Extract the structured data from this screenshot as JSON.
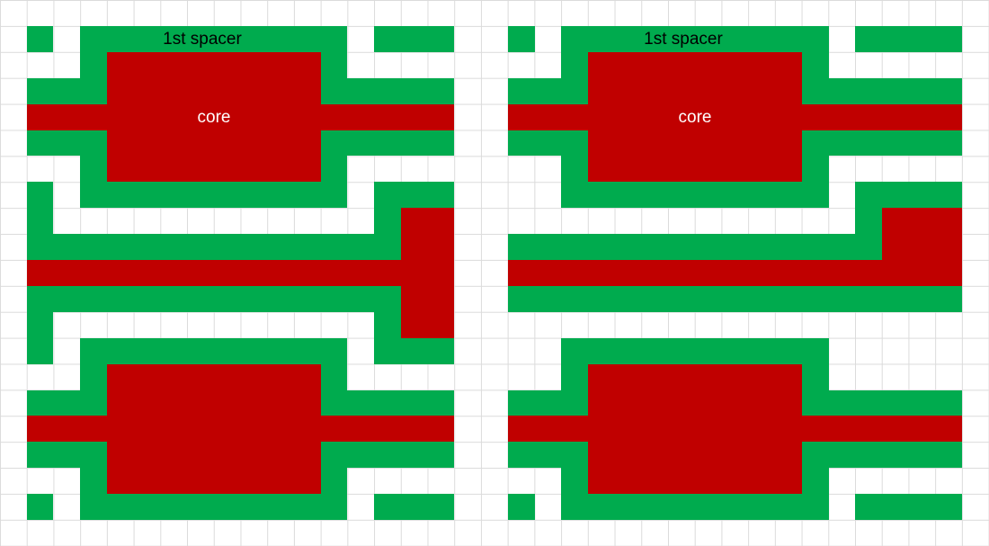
{
  "diagram": {
    "description": "Two-panel layered patterning diagram (core and 1st spacer) drawn on a spreadsheet-style grid",
    "labels": {
      "spacer_left": "1st spacer",
      "spacer_right": "1st spacer",
      "core_left": "core",
      "core_right": "core"
    },
    "colors": {
      "spacer_green": "#00AB4E",
      "core_red": "#C00000",
      "background": "#FFFFFF",
      "grid_line": "#DBDBDB",
      "spacer_text": "#000000",
      "core_text": "#FFFFFF"
    },
    "grid": {
      "columns": 37,
      "rows": 21,
      "cell_legend": {
        "W": "background",
        "G": "1st spacer (green)",
        "R": "core (red)"
      }
    },
    "cells": [
      "WWWWWWWWWWWWWWWWWWWWWWWWWWWWWWWWWWWWW",
      "WGWGGGGGGGGGGWGGGWWGWGGGGGGGGGGWGGGGW",
      "WWWGRRRRRRRRGWWWWWWWWGRRRRRRRRGWWWWWW",
      "WGGGRRRRRRRRGGGGGWWGGGRRRRRRRRGGGGGGW",
      "WRRRRRRRRRRRRRRRRWWRRRRRRRRRRRRRRRRRW",
      "WGGGRRRRRRRRGGGGGWWGGGRRRRRRRRGGGGGGW",
      "WWWGRRRRRRRRGWWWWWWWWGRRRRRRRRGWWWWWW",
      "WGWGGGGGGGGGGWGGGWWWWGGGGGGGGGGWGGGGW",
      "WGWWWWWWWWWWWWGRRWWWWWWWWWWWWWWWGRRRW",
      "WGGGGGGGGGGGGGGRRWWGGGGGGGGGGGGGGRRRW",
      "WRRRRRRRRRRRRRRRRWWRRRRRRRRRRRRRRRRRW",
      "WGGGGGGGGGGGGGGRRWWGGGGGGGGGGGGGGGGGW",
      "WGWWWWWWWWWWWWGRRWWWWWWWWWWWWWWWWWWWW",
      "WGWGGGGGGGGGGWGGGWWWWGGGGGGGGGGWWWWWW",
      "WWWGRRRRRRRRGWWWWWWWWGRRRRRRRRGWWWWWW",
      "WGGGRRRRRRRRGGGGGWWGGGRRRRRRRRGGGGGGW",
      "WRRRRRRRRRRRRRRRRWWRRRRRRRRRRRRRRRRRW",
      "WGGGRRRRRRRRGGGGGWWGGGRRRRRRRRGGGGGGW",
      "WWWGRRRRRRRRGWWWWWWWWGRRRRRRRRGWWWWWW",
      "WGWGGGGGGGGGGWGGGWWGWGGGGGGGGGGWGGGGW",
      "WWWWWWWWWWWWWWWWWWWWWWWWWWWWWWWWWWWWW"
    ]
  }
}
